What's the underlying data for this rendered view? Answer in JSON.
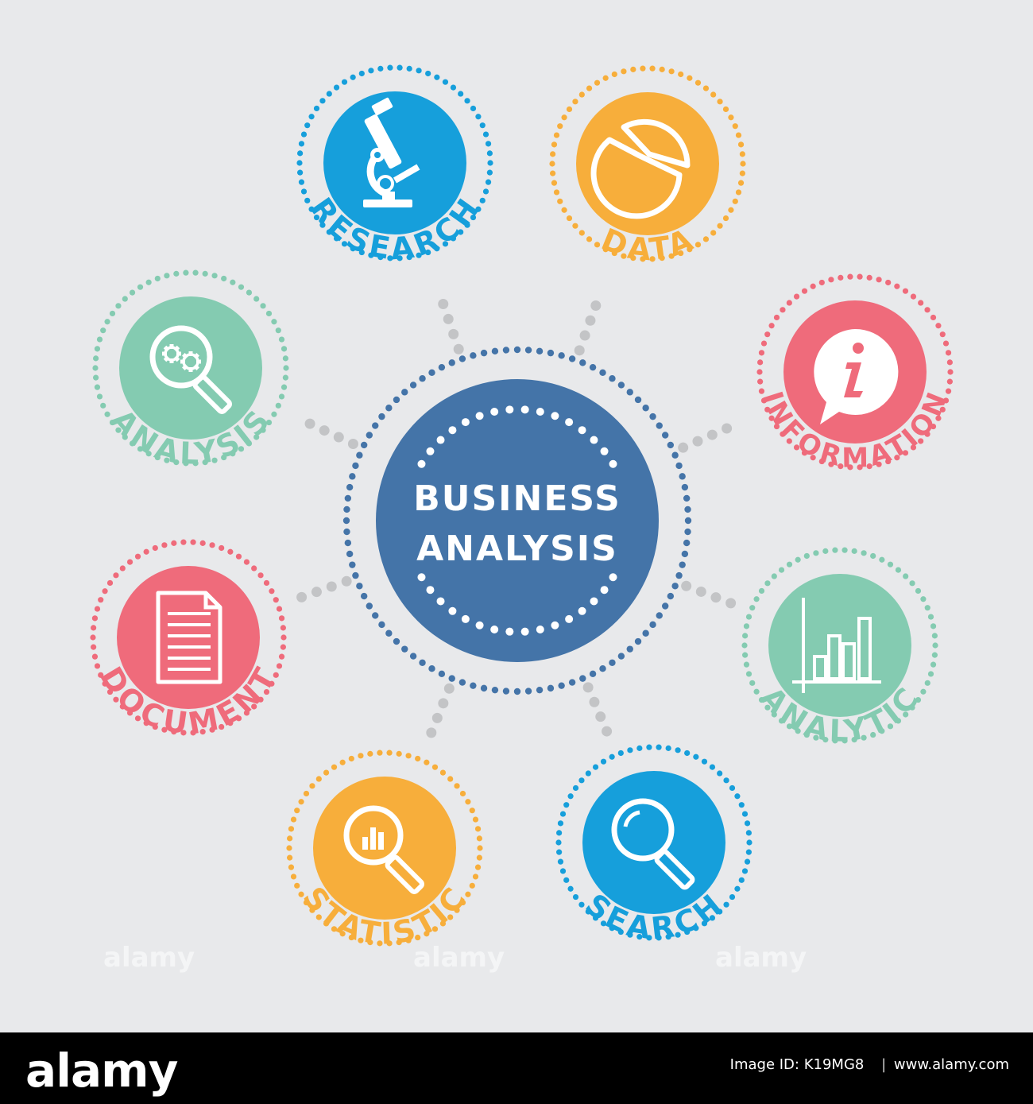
{
  "center": {
    "line1": "BUSINESS",
    "line2": "ANALYSIS",
    "color": "#4474a8"
  },
  "connector_color": "#c3c4c6",
  "nodes": [
    {
      "id": "research",
      "label": "RESEARCH",
      "icon": "microscope-icon",
      "color": "#169fdb"
    },
    {
      "id": "data",
      "label": "DATA",
      "icon": "pie-chart-icon",
      "color": "#f7ae3b"
    },
    {
      "id": "information",
      "label": "INFORMATION",
      "icon": "info-bubble-icon",
      "color": "#ef6b7b"
    },
    {
      "id": "analytic",
      "label": "ANALYTIC",
      "icon": "bar-chart-icon",
      "color": "#84cbb1"
    },
    {
      "id": "search",
      "label": "SEARCH",
      "icon": "magnifier-icon",
      "color": "#169fdb"
    },
    {
      "id": "statistic",
      "label": "STATISTIC",
      "icon": "magnifier-chart-icon",
      "color": "#f7ae3b"
    },
    {
      "id": "document",
      "label": "DOCUMENT",
      "icon": "document-icon",
      "color": "#ef6b7b"
    },
    {
      "id": "analysis",
      "label": "ANALYSIS",
      "icon": "magnifier-gears-icon",
      "color": "#84cbb1"
    }
  ],
  "watermark": {
    "text": "alamy"
  },
  "footer": {
    "logo": "alamy",
    "image_id_label": "Image ID:",
    "image_id": "K19MG8",
    "site": "www.alamy.com"
  }
}
